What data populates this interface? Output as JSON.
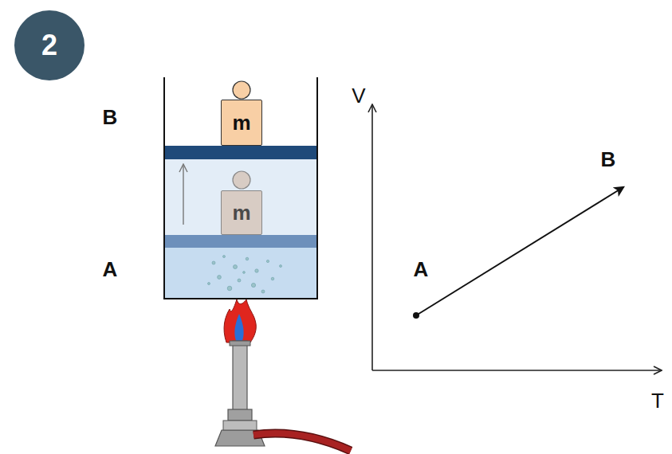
{
  "diagram": {
    "nodes": [
      {
        "text": [
          "2"
        ]
      },
      {
        "text": [
          "m"
        ]
      },
      {
        "text": [
          "m"
        ]
      }
    ],
    "labels": [
      "B",
      "A",
      "V",
      "B",
      "A",
      "T"
    ]
  }
}
